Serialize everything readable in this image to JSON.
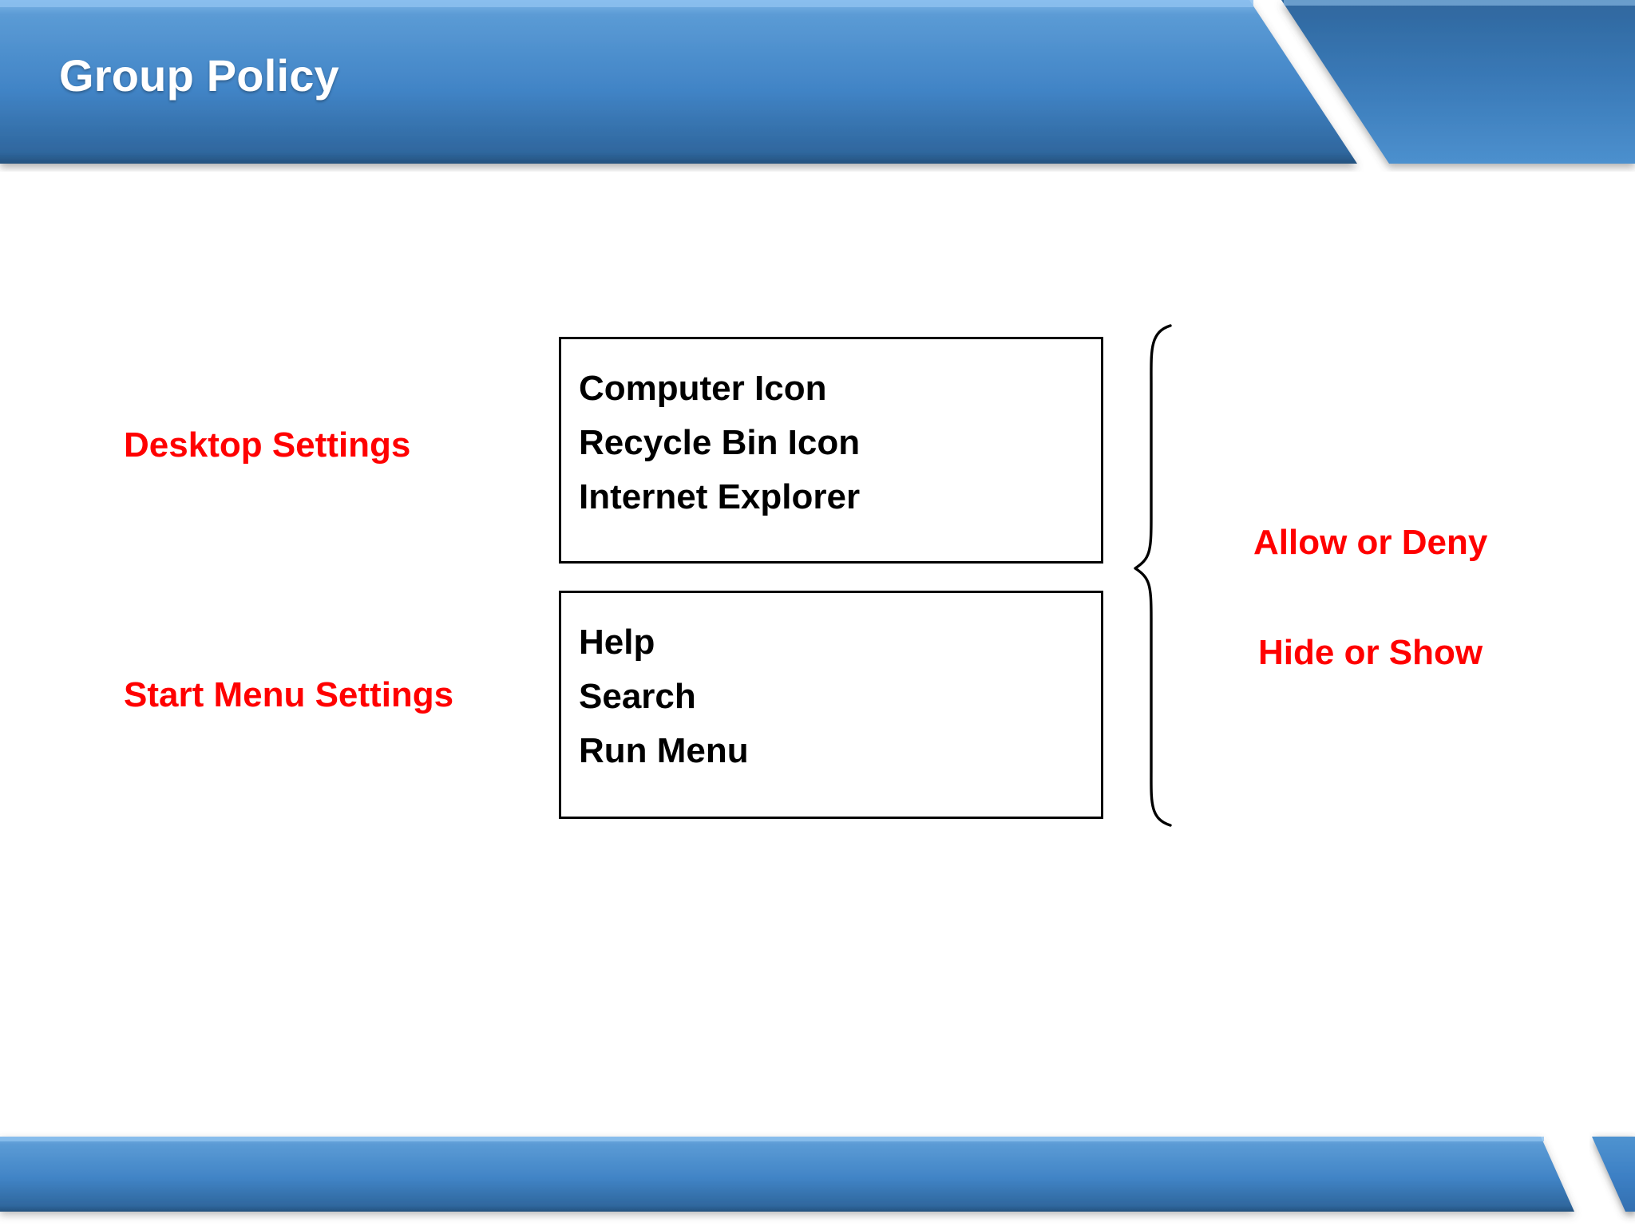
{
  "slide": {
    "title": "Group Policy",
    "background_color": "#FFFFFF"
  },
  "theme": {
    "banner_blue_light": "#5B9BD5",
    "banner_blue_mid": "#3C7FC4",
    "banner_blue_dark": "#2E6095",
    "accent_red": "#FF0000",
    "text_black": "#000000",
    "title_white": "#FFFFFF"
  },
  "content": {
    "groups": [
      {
        "label": "Desktop Settings",
        "items": [
          "Computer Icon",
          "Recycle Bin Icon",
          "Internet Explorer"
        ]
      },
      {
        "label": "Start Menu Settings",
        "items": [
          "Help",
          "Search",
          "Run Menu"
        ]
      }
    ],
    "outcomes": [
      "Allow or Deny",
      "Hide or Show"
    ]
  }
}
